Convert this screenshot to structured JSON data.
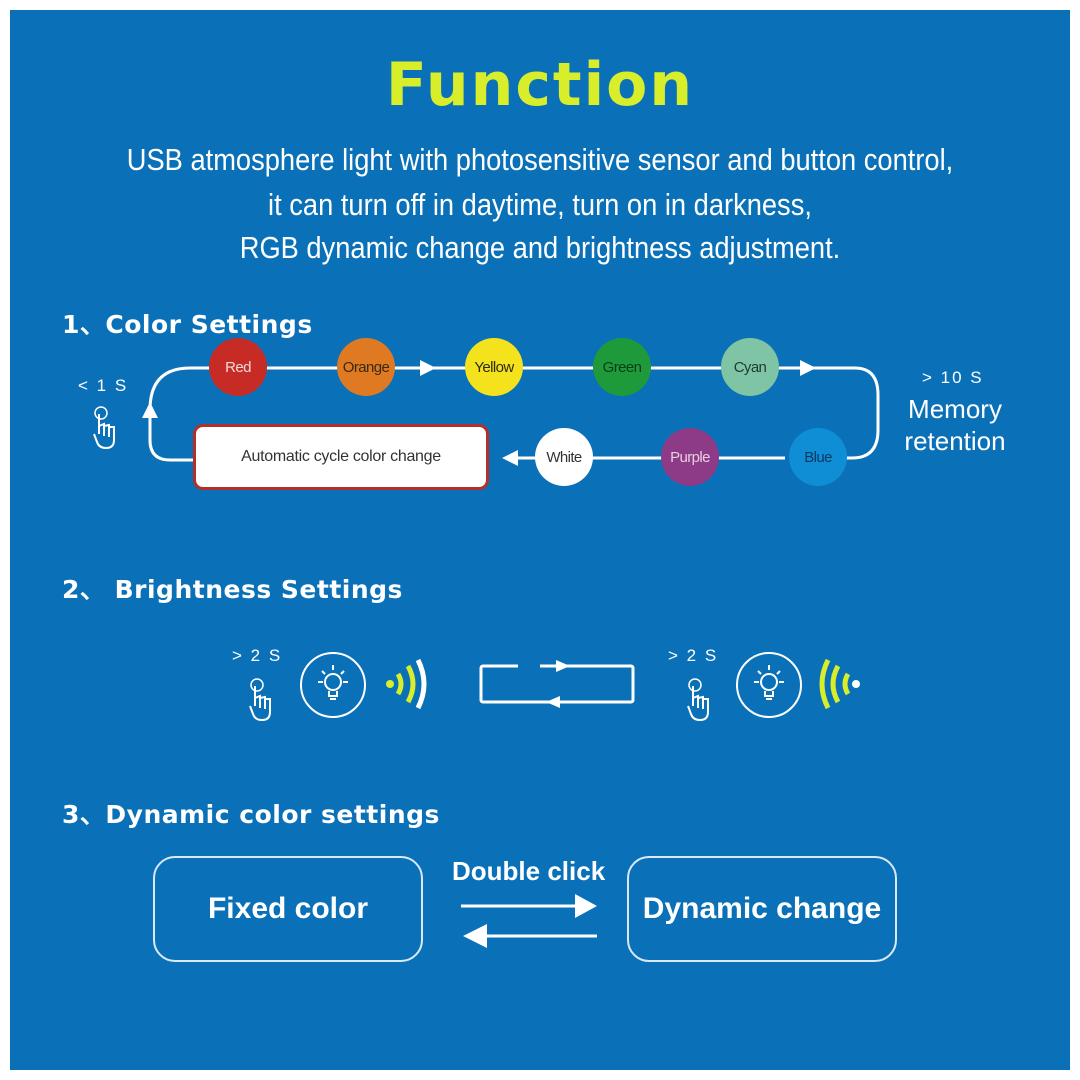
{
  "title": "Function",
  "description": [
    "USB atmosphere light with photosensitive sensor and button control,",
    "it can turn off in daytime, turn on in darkness,",
    "RGB dynamic change and brightness adjustment."
  ],
  "section1": {
    "heading": "1、Color Settings",
    "press_short": "< 1 S",
    "press_long": "> 10 S",
    "memory": "Memory retention",
    "colors_top": [
      {
        "label": "Red",
        "color": "#c62c25",
        "text_color": "#f2d9d9"
      },
      {
        "label": "Orange",
        "color": "#e07a22",
        "text_color": "#3a2a10"
      },
      {
        "label": "Yellow",
        "color": "#f3e21c",
        "text_color": "#2c2a10"
      },
      {
        "label": "Green",
        "color": "#1e9a3a",
        "text_color": "#0b3d18"
      },
      {
        "label": "Cyan",
        "color": "#7fc4a4",
        "text_color": "#1f3b30"
      }
    ],
    "colors_bottom": [
      {
        "label": "Blue",
        "color": "#0f8ed6",
        "text_color": "#0b3a60"
      },
      {
        "label": "Purple",
        "color": "#8d3b86",
        "text_color": "#e6cfe3"
      },
      {
        "label": "White",
        "color": "#ffffff",
        "text_color": "#333333"
      }
    ],
    "auto_cycle": "Automatic cycle color change"
  },
  "section2": {
    "heading": "2、 Brightness Settings",
    "press_left": "> 2 S",
    "press_right": "> 2 S",
    "wave_left_color": "#d8ee2a",
    "wave_right_color": "#d8ee2a"
  },
  "section3": {
    "heading": "3、Dynamic color settings",
    "fixed": "Fixed color",
    "dynamic": "Dynamic change",
    "double_click": "Double click"
  }
}
